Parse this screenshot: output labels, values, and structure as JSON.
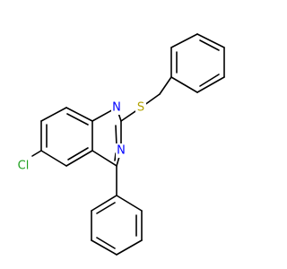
{
  "molecule": {
    "atoms": {
      "n1": {
        "symbol": "N",
        "color": "#0000FF"
      },
      "n3": {
        "symbol": "N",
        "color": "#0000FF"
      },
      "s": {
        "symbol": "S",
        "color": "#B2A100"
      },
      "cl": {
        "symbol": "Cl",
        "color": "#1FA01F"
      }
    }
  }
}
